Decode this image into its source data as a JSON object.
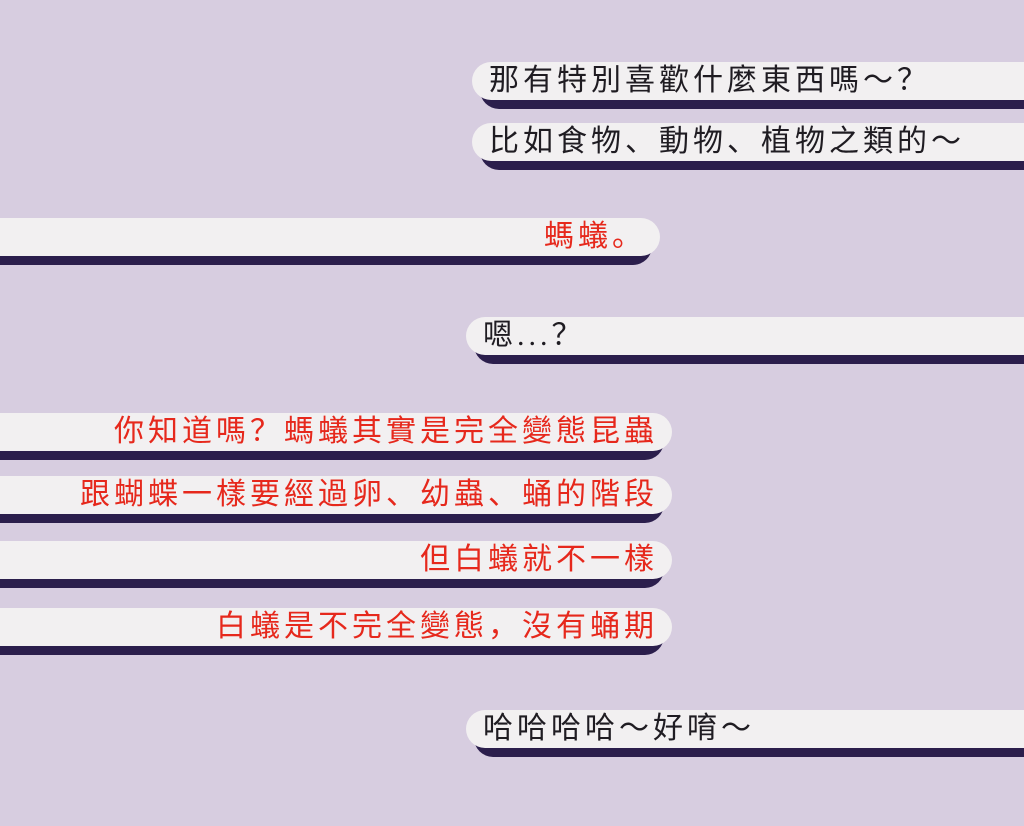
{
  "page": {
    "background_color": "#d7cde0",
    "bubble_fill_color": "#f2f0f1",
    "bubble_shadow_color": "#2b1e4c",
    "black_text_color": "#1f1c22",
    "red_text_color": "#e6281c"
  },
  "conversation": {
    "messages": [
      {
        "side": "right",
        "text_color": "black",
        "text": "那有特別喜歡什麼東西嗎～？"
      },
      {
        "side": "right",
        "text_color": "black",
        "text": "比如食物、動物、植物之類的～"
      },
      {
        "side": "left",
        "text_color": "red",
        "text": "螞蟻。"
      },
      {
        "side": "right",
        "text_color": "black",
        "text": "嗯...？"
      },
      {
        "side": "left",
        "text_color": "red",
        "text": "你知道嗎？螞蟻其實是完全變態昆蟲"
      },
      {
        "side": "left",
        "text_color": "red",
        "text": "跟蝴蝶一樣要經過卵、幼蟲、蛹的階段"
      },
      {
        "side": "left",
        "text_color": "red",
        "text": "但白蟻就不一樣"
      },
      {
        "side": "left",
        "text_color": "red",
        "text": "白蟻是不完全變態，沒有蛹期"
      },
      {
        "side": "right",
        "text_color": "black",
        "text": "哈哈哈哈～好唷～"
      }
    ]
  }
}
